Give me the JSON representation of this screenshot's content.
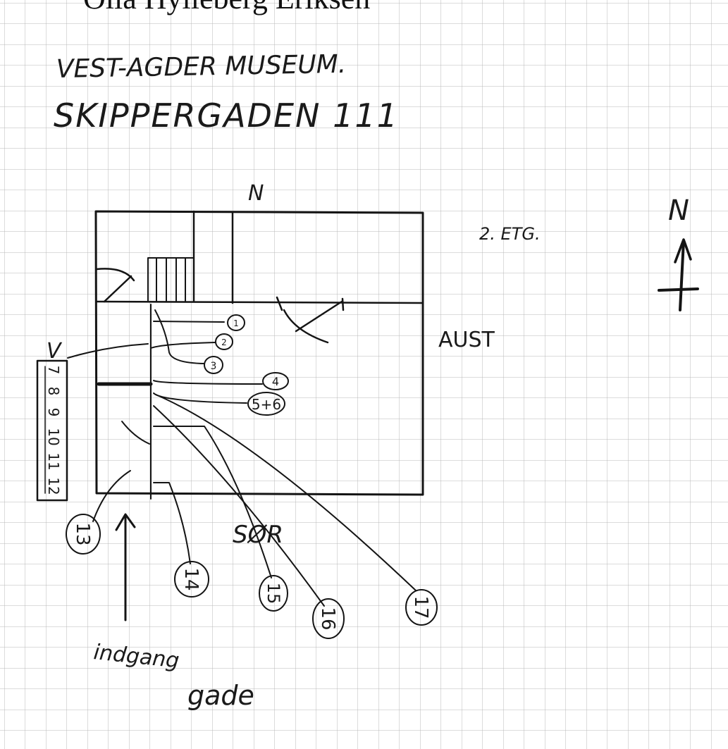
{
  "author": "Olia Hylleberg Eriksen",
  "heading": {
    "line1": "VEST-AGDER MUSEUM.",
    "line2": "SKIPPERGADEN 111"
  },
  "compass": {
    "north_top": "N",
    "north_arrow": "N",
    "east": "AUST",
    "south": "SØR",
    "west": "V"
  },
  "floor": "2. ETG.",
  "entrance": "indgang",
  "street": "gade",
  "markers": [
    "1",
    "2",
    "3",
    "4",
    "5+6",
    "13",
    "14",
    "15",
    "16",
    "17"
  ],
  "wall_strip": [
    "7",
    "8",
    "9",
    "10",
    "11",
    "12"
  ]
}
